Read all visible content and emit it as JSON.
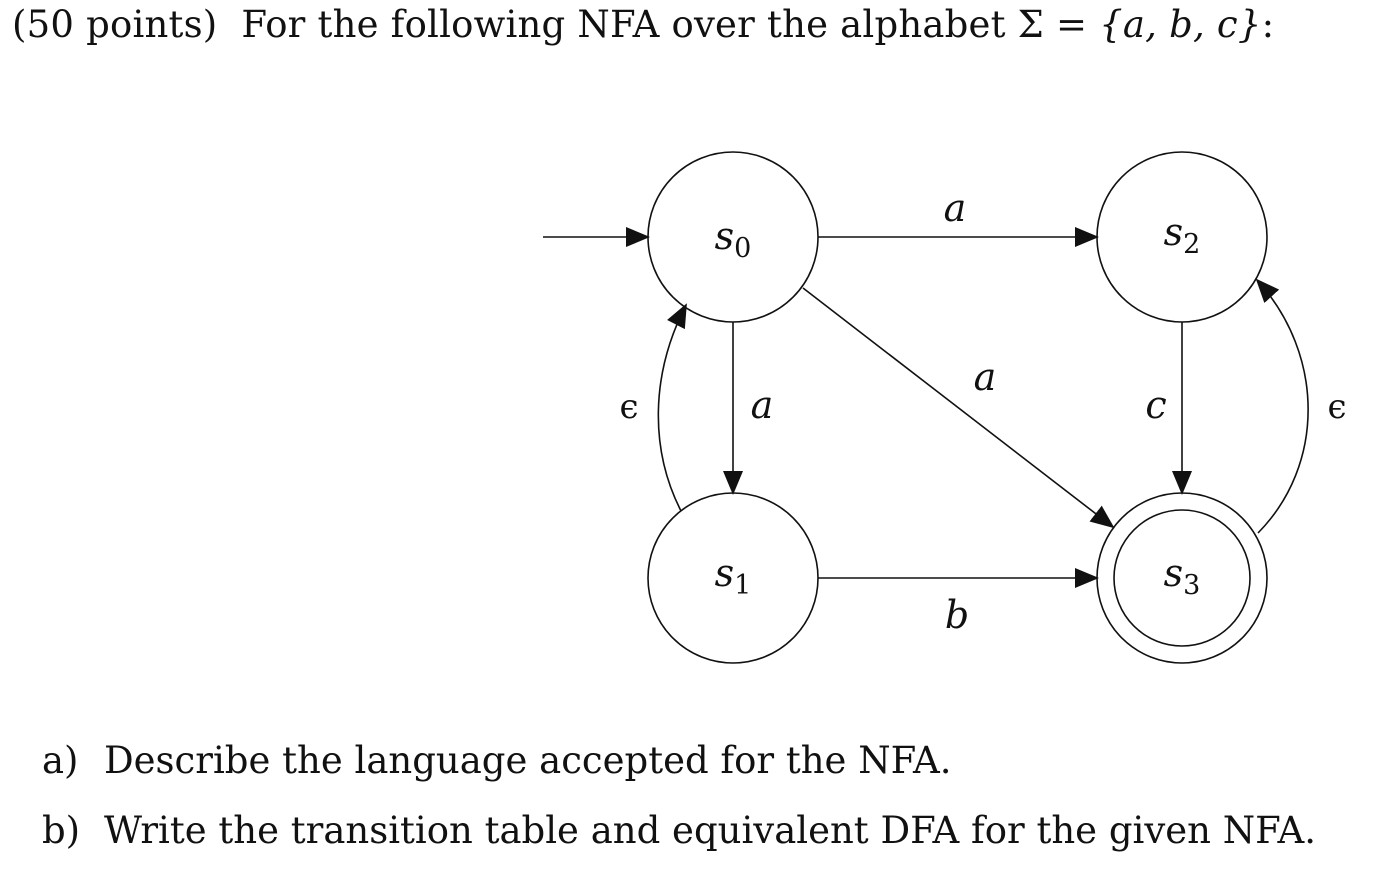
{
  "question": {
    "points": "(50 points)",
    "lead": "For the following NFA over the alphabet",
    "sigma": "Σ",
    "equals": "=",
    "alphabet": "{a, b, c}",
    "end": ":"
  },
  "nfa": {
    "states": [
      {
        "id": "s0",
        "name": "s",
        "sub": "0",
        "start": true,
        "accepting": false
      },
      {
        "id": "s1",
        "name": "s",
        "sub": "1",
        "start": false,
        "accepting": false
      },
      {
        "id": "s2",
        "name": "s",
        "sub": "2",
        "start": false,
        "accepting": false
      },
      {
        "id": "s3",
        "name": "s",
        "sub": "3",
        "start": false,
        "accepting": true
      }
    ],
    "transitions": [
      {
        "from": "s0",
        "to": "s2",
        "label": "a"
      },
      {
        "from": "s0",
        "to": "s1",
        "label": "a"
      },
      {
        "from": "s0",
        "to": "s3",
        "label": "a"
      },
      {
        "from": "s1",
        "to": "s0",
        "label": "ϵ"
      },
      {
        "from": "s1",
        "to": "s3",
        "label": "b"
      },
      {
        "from": "s2",
        "to": "s3",
        "label": "c"
      },
      {
        "from": "s3",
        "to": "s2",
        "label": "ϵ"
      }
    ]
  },
  "parts": [
    {
      "marker": "a)",
      "text": "Describe the language accepted for the NFA."
    },
    {
      "marker": "b)",
      "text": "Write the transition table and equivalent DFA for the given NFA."
    }
  ]
}
